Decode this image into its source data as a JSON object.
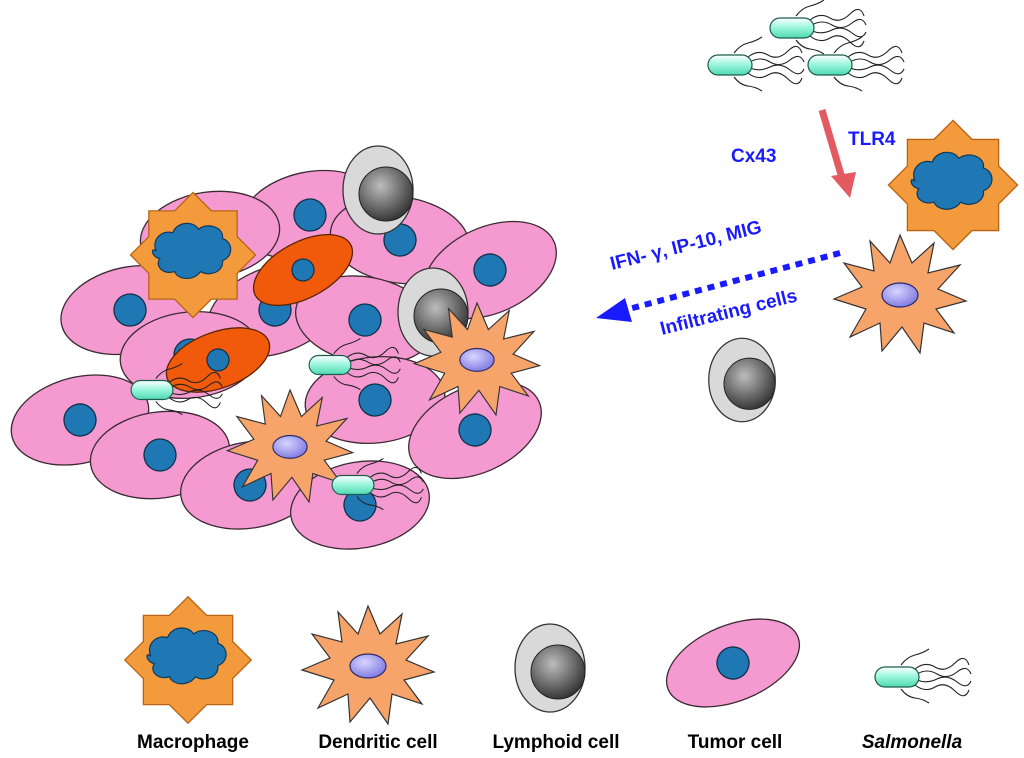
{
  "labels": {
    "cx43": "Cx43",
    "tlr4": "TLR4",
    "cytokines": "IFN- γ, IP-10, MIG",
    "infiltrating": "Infiltrating cells"
  },
  "legend": {
    "macrophage": "Macrophage",
    "dendritic": "Dendritic cell",
    "lymphoid": "Lymphoid cell",
    "tumor": "Tumor cell",
    "salmonella": "Salmonella"
  },
  "colors": {
    "tumor_fill": "#f49ad0",
    "nucleus": "#1f78b4",
    "macrophage_fill": "#f39b3c",
    "dendritic_fill": "#f7a46a",
    "dendritic_nucleus": "#8a86e8",
    "orange_cell": "#f05a0a",
    "lymphoid_outer": "#d8d8d8",
    "lymphoid_inner": "#555555",
    "bacterium": "#7ff5d6",
    "arrow_red": "#e45a62",
    "arrow_blue": "#1a1aff"
  }
}
